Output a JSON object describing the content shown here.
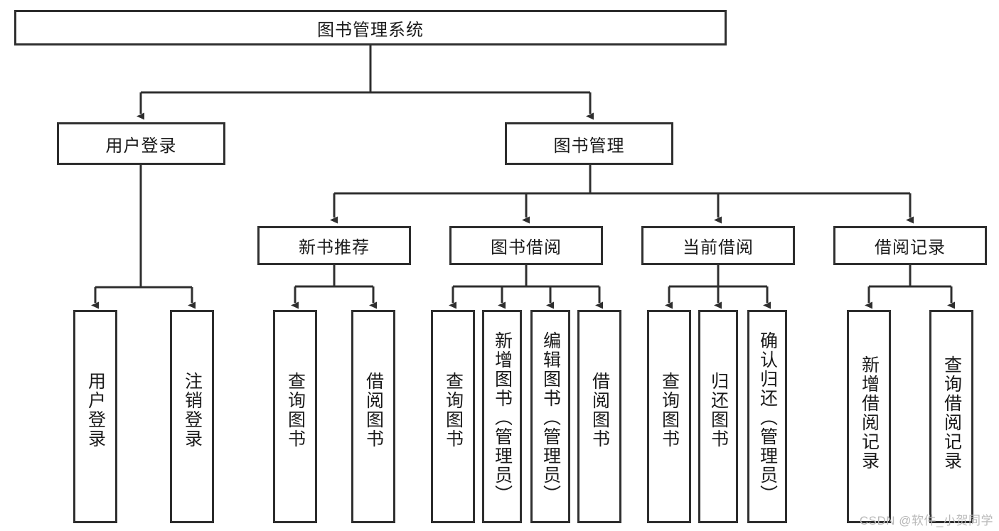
{
  "diagram": {
    "type": "hierarchy-tree",
    "title": "图书管理系统",
    "watermark": "CSDN @软件_小贺同学",
    "colors": {
      "node_border": "#2f2f2f",
      "node_fill": "#ffffff",
      "edge": "#2f2f2f",
      "text": "#1a1a1a",
      "watermark": "#b9b9b9",
      "background": "#ffffff"
    },
    "root": {
      "id": "root",
      "label": "图书管理系统"
    },
    "level2": [
      {
        "id": "user-login",
        "label": "用户登录"
      },
      {
        "id": "book-management",
        "label": "图书管理"
      }
    ],
    "level3": [
      {
        "id": "new-book-recommend",
        "label": "新书推荐",
        "parent": "book-management"
      },
      {
        "id": "book-borrow",
        "label": "图书借阅",
        "parent": "book-management"
      },
      {
        "id": "current-borrow",
        "label": "当前借阅",
        "parent": "book-management"
      },
      {
        "id": "borrow-record",
        "label": "借阅记录",
        "parent": "book-management"
      }
    ],
    "leaves": [
      {
        "id": "leaf-user-login",
        "label": "用户登录",
        "parent": "user-login"
      },
      {
        "id": "leaf-user-logout",
        "label": "注销登录",
        "parent": "user-login"
      },
      {
        "id": "leaf-query-book-1",
        "label": "查询图书",
        "parent": "new-book-recommend"
      },
      {
        "id": "leaf-borrow-book-1",
        "label": "借阅图书",
        "parent": "new-book-recommend"
      },
      {
        "id": "leaf-query-book-2",
        "label": "查询图书",
        "parent": "book-borrow"
      },
      {
        "id": "leaf-add-book",
        "label": "新增图书（管理员）",
        "parent": "book-borrow"
      },
      {
        "id": "leaf-edit-book",
        "label": "编辑图书（管理员）",
        "parent": "book-borrow"
      },
      {
        "id": "leaf-borrow-book-2",
        "label": "借阅图书",
        "parent": "book-borrow"
      },
      {
        "id": "leaf-query-book-3",
        "label": "查询图书",
        "parent": "current-borrow"
      },
      {
        "id": "leaf-return-book",
        "label": "归还图书",
        "parent": "current-borrow"
      },
      {
        "id": "leaf-confirm-return",
        "label": "确认归还（管理员）",
        "parent": "current-borrow"
      },
      {
        "id": "leaf-add-record",
        "label": "新增借阅记录",
        "parent": "borrow-record"
      },
      {
        "id": "leaf-query-record",
        "label": "查询借阅记录",
        "parent": "borrow-record"
      }
    ]
  }
}
